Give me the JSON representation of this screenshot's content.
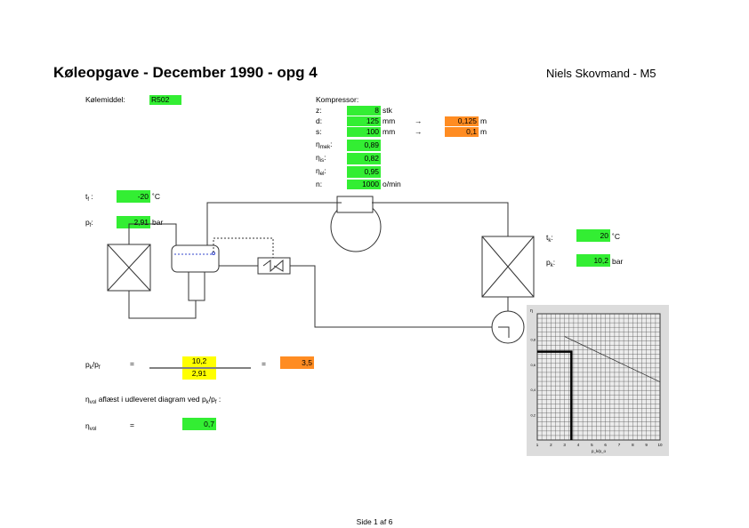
{
  "header": {
    "title": "Køleopgave - December 1990 - opg 4",
    "author": "Niels Skovmand - M5"
  },
  "refrigerant": {
    "label": "Kølemiddel:",
    "value": "R502"
  },
  "compressor": {
    "title": "Kompressor:",
    "rows": [
      {
        "label": "z:",
        "value": "8",
        "unit": "stk"
      },
      {
        "label": "d:",
        "value": "125",
        "unit": "mm",
        "arrow": "→",
        "converted": "0,125",
        "conv_unit": "m"
      },
      {
        "label": "s:",
        "value": "100",
        "unit": "mm",
        "arrow": "→",
        "converted": "0,1",
        "conv_unit": "m"
      },
      {
        "label_sym": "η",
        "label_sub": "mek",
        "value": "0,89"
      },
      {
        "label_sym": "η",
        "label_sub": "is",
        "value": "0,82"
      },
      {
        "label_sym": "η",
        "label_sub": "el",
        "value": "0,95"
      },
      {
        "label": "n:",
        "value": "1000",
        "unit": "o/min"
      }
    ]
  },
  "left_params": {
    "tf": {
      "sym": "t",
      "sub": "f",
      "suffix": ":",
      "value": "-20",
      "unit": "˚C"
    },
    "pf": {
      "sym": "p",
      "sub": "f",
      "suffix": ":",
      "value": "2,91",
      "unit": "bar"
    }
  },
  "right_params": {
    "tk": {
      "sym": "t",
      "sub": "k",
      "suffix": ":",
      "value": "20",
      "unit": "˚C"
    },
    "pk": {
      "sym": "p",
      "sub": "k",
      "suffix": ":",
      "value": "10,2",
      "unit": "bar"
    }
  },
  "ratio": {
    "lhs_p1": "p",
    "lhs_s1": "k",
    "lhs_slash": "/p",
    "lhs_s2": "f",
    "eq1": "=",
    "numerator": "10,2",
    "denominator": "2,91",
    "eq2": "=",
    "result": "3,5"
  },
  "note": {
    "sym": "η",
    "sub": "vol",
    "text": " aflæst i udleveret diagram ved p",
    "sub2": "k",
    "text2": "/p",
    "sub3": "f",
    "text3": " :"
  },
  "eta_vol": {
    "sym": "η",
    "sub": "vol",
    "eq": "=",
    "value": "0,7"
  },
  "footer": {
    "page": "Side 1 af 6"
  },
  "colors": {
    "green": "#33ee33",
    "orange": "#ff8c22",
    "yellow": "#ffff00"
  },
  "chart_data": {
    "type": "line",
    "title": "",
    "ylabel": "η",
    "xlabel": "p_k/p_o",
    "x_ticks": [
      "1",
      "2",
      "3",
      "4",
      "5",
      "6",
      "7",
      "8",
      "9",
      "10"
    ],
    "y_ticks": [
      "0,2",
      "0,4",
      "0,6",
      "0,8"
    ],
    "xlim": [
      1,
      10
    ],
    "ylim": [
      0,
      1
    ],
    "series": [
      {
        "x": [
          3,
          10
        ],
        "y": [
          0.82,
          0.46
        ]
      }
    ],
    "reading": {
      "x": 3.5,
      "y": 0.7
    }
  }
}
